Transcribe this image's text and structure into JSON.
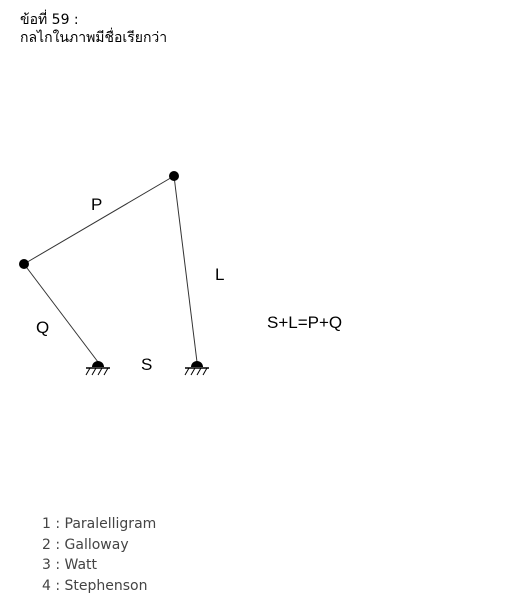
{
  "question": {
    "number": "ข้อที่ 59 :",
    "text": "กลไกในภาพมีชื่อเรียกว่า"
  },
  "diagram": {
    "link_labels": {
      "P": "P",
      "Q": "Q",
      "L": "L",
      "S": "S"
    },
    "equation": "S+L=P+Q"
  },
  "choices": [
    "1 : Paralelligram",
    "2 : Galloway",
    "3 : Watt",
    "4 : Stephenson"
  ]
}
